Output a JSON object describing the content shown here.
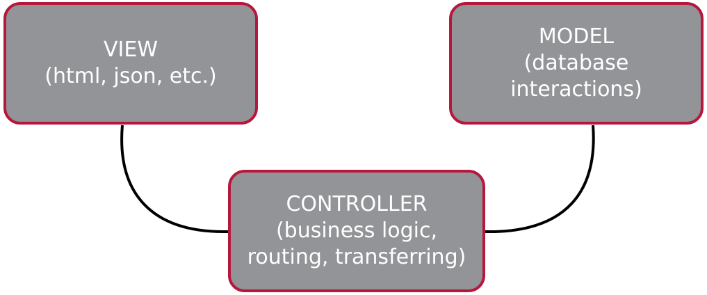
{
  "colors": {
    "box_fill": "#939497",
    "box_border": "#b5183c",
    "box_text": "#ffffff",
    "connector": "#000000"
  },
  "nodes": {
    "view": {
      "title": "VIEW",
      "lines": [
        "(html, json, etc.)"
      ]
    },
    "model": {
      "title": "MODEL",
      "lines": [
        "(database",
        "interactions)"
      ]
    },
    "controller": {
      "title": "CONTROLLER",
      "lines": [
        "(business logic,",
        "routing, transferring)"
      ]
    }
  },
  "edges": [
    {
      "from": "view",
      "to": "controller"
    },
    {
      "from": "model",
      "to": "controller"
    }
  ]
}
